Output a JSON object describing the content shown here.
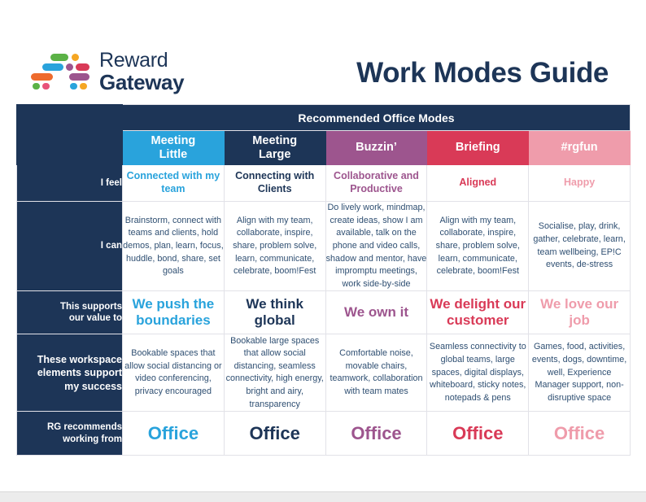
{
  "brand": {
    "logo_line1": "Reward",
    "logo_line2": "Gateway",
    "navy": "#1d3557",
    "logo_colors": {
      "green": "#5bb246",
      "orange": "#f5a623",
      "blue": "#29a3dc",
      "purple": "#9d558e",
      "red": "#d93a57",
      "orange_deep": "#ee6b2d",
      "pink": "#e8527a"
    }
  },
  "header": {
    "title": "Work Modes Guide"
  },
  "table": {
    "banner": "Recommended Office Modes",
    "modes": [
      {
        "name": "mode-meeting-little",
        "label": "Meeting\nLittle",
        "label_line1": "Meeting",
        "label_line2": "Little",
        "color": "#29a3dc",
        "header_bg": "#29a3dc"
      },
      {
        "name": "mode-meeting-large",
        "label": "Meeting\nLarge",
        "label_line1": "Meeting",
        "label_line2": "Large",
        "color": "#1d3557",
        "header_bg": "#1d3557"
      },
      {
        "name": "mode-buzzin",
        "label": "Buzzin’",
        "label_line1": "Buzzin’",
        "label_line2": "",
        "color": "#9d558e",
        "header_bg": "#9d558e"
      },
      {
        "name": "mode-briefing",
        "label": "Briefing",
        "label_line1": "Briefing",
        "label_line2": "",
        "color": "#d93a57",
        "header_bg": "#d93a57"
      },
      {
        "name": "mode-rgfun",
        "label": "#rgfun",
        "label_line1": "#rgfun",
        "label_line2": "",
        "color": "#ef9cab",
        "header_bg": "#ef9cab"
      }
    ],
    "rows": [
      {
        "name": "row-i-feel",
        "label": "I feel",
        "label_line1": "I feel",
        "label_line2": "",
        "style": "feel",
        "cells": [
          "Connected with my team",
          "Connecting with Clients",
          "Collaborative and Productive",
          "Aligned",
          "Happy"
        ]
      },
      {
        "name": "row-i-can",
        "label": "I can",
        "label_line1": "I can",
        "label_line2": "",
        "style": "can",
        "cells": [
          "Brainstorm, connect with teams and clients, hold demos, plan, learn, focus, huddle, bond, share, set goals",
          "Align with my team, collaborate, inspire, share, problem solve, learn, communicate, celebrate, boom!Fest",
          "Do lively work, mindmap, create ideas, show I am available, talk on the phone and video calls, shadow and mentor, have impromptu meetings, work side-by-side",
          "Align with my team, collaborate, inspire, share, problem solve, learn, communicate, celebrate, boom!Fest",
          "Socialise, play, drink, gather, celebrate, learn, team wellbeing, EP!C events, de-stress"
        ]
      },
      {
        "name": "row-this-supports-our-value-to",
        "label": "This supports our value to",
        "label_line1": "This supports",
        "label_line2": "our value to",
        "style": "value",
        "cells": [
          "We push the boundaries",
          "We think global",
          "We own it",
          "We delight our customer",
          "We love our job"
        ]
      },
      {
        "name": "row-workspace-elements",
        "label": "These workspace elements support my success",
        "label_line1": "These workspace elements support",
        "label_line2": "my success",
        "style": "ws",
        "cells": [
          "Bookable spaces that allow social distancing or video conferencing, privacy encouraged",
          "Bookable large spaces that allow social distancing, seamless connectivity, high energy, bright and airy, transparency",
          "Comfortable noise, movable chairs, teamwork, collaboration with team mates",
          "Seamless connectivity to global teams, large spaces, digital displays, whiteboard, sticky notes, notepads & pens",
          "Games, food, activities, events, dogs, downtime, well, Experience Manager support, non-disruptive space"
        ]
      },
      {
        "name": "row-rg-recommends",
        "label": "RG recommends working from",
        "label_line1": "RG recommends",
        "label_line2": "working from",
        "style": "rec",
        "cells": [
          "Office",
          "Office",
          "Office",
          "Office",
          "Office"
        ]
      }
    ]
  }
}
